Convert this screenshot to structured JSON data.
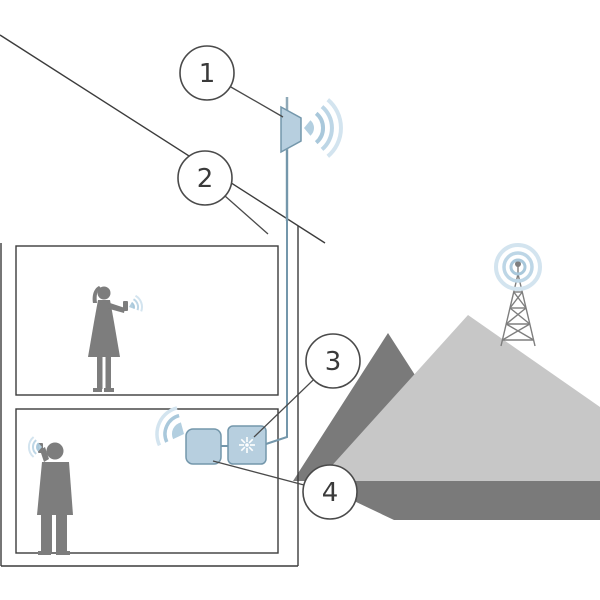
{
  "diagram": {
    "type": "illustration",
    "subject": "cell-phone-signal-booster-house-installation",
    "callouts": [
      {
        "label": "1",
        "target": "outdoor-antenna"
      },
      {
        "label": "2",
        "target": "antenna-cable"
      },
      {
        "label": "3",
        "target": "signal-booster"
      },
      {
        "label": "4",
        "target": "indoor-antenna"
      }
    ],
    "colors": {
      "component_fill": "#b7cfdf",
      "component_stroke": "#7497ab",
      "wave_strong": "#a9c8db",
      "wave_mid": "#bdd6e6",
      "wave_light": "#d3e4ef",
      "silhouette": "#7d7d7d",
      "mountain_light": "#c7c7c7",
      "mountain_dark": "#7a7a7a",
      "outline": "#3c3c3c",
      "callout": "#4a4a4a"
    }
  }
}
